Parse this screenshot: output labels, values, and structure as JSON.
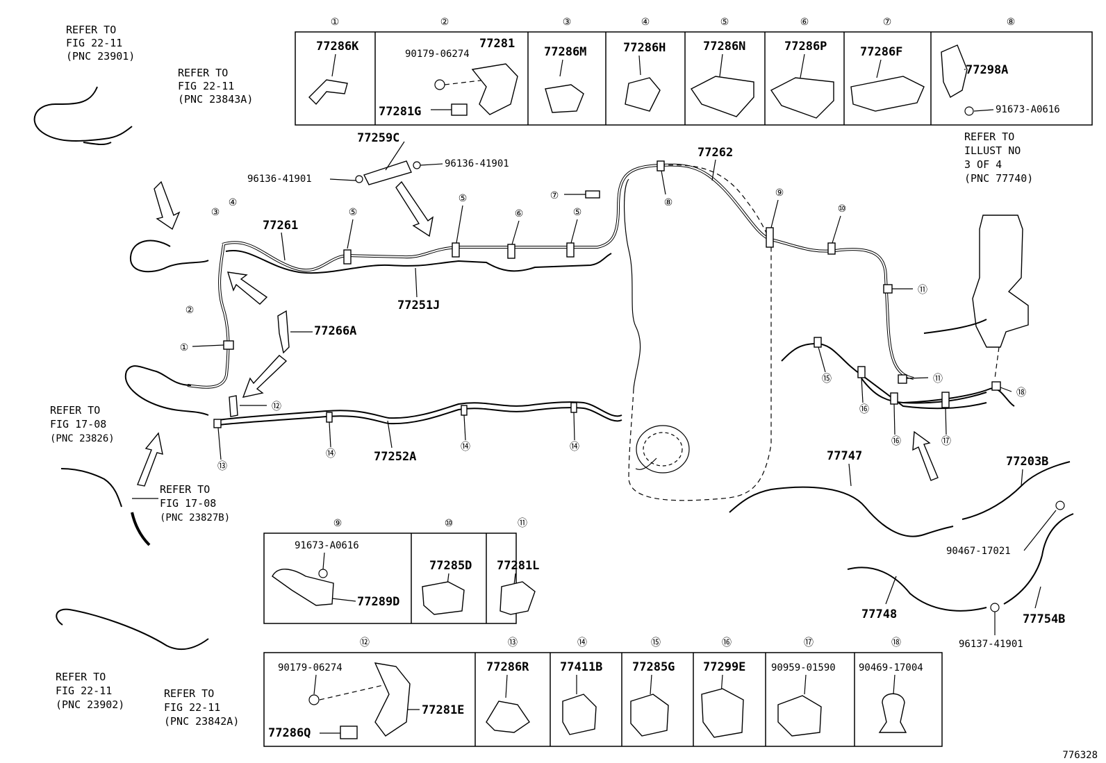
{
  "top_table": {
    "headers": [
      "①",
      "②",
      "③",
      "④",
      "⑤",
      "⑥",
      "⑦",
      "⑧"
    ],
    "cells": [
      {
        "parts": [
          "77286K"
        ]
      },
      {
        "parts": [
          "77281",
          "90179-06274",
          "77281G"
        ]
      },
      {
        "parts": [
          "77286M"
        ]
      },
      {
        "parts": [
          "77286H"
        ]
      },
      {
        "parts": [
          "77286N"
        ]
      },
      {
        "parts": [
          "77286P"
        ]
      },
      {
        "parts": [
          "77286F"
        ]
      },
      {
        "parts": [
          "77298A",
          "91673-A0616"
        ]
      }
    ]
  },
  "mid_table": {
    "headers": [
      "⑨",
      "⑩",
      "⑪"
    ],
    "cells": [
      {
        "parts": [
          "91673-A0616",
          "77289D"
        ]
      },
      {
        "parts": [
          "77285D"
        ]
      },
      {
        "parts": [
          "77281L"
        ]
      }
    ]
  },
  "bottom_table": {
    "headers": [
      "⑫",
      "⑬",
      "⑭",
      "⑮",
      "⑯",
      "⑰",
      "⑱"
    ],
    "cells": [
      {
        "parts": [
          "90179-06274",
          "77281E",
          "77286Q"
        ]
      },
      {
        "parts": [
          "77286R"
        ]
      },
      {
        "parts": [
          "77411B"
        ]
      },
      {
        "parts": [
          "77285G"
        ]
      },
      {
        "parts": [
          "77299E"
        ]
      },
      {
        "parts": [
          "90959-01590"
        ]
      },
      {
        "parts": [
          "90469-17004"
        ]
      }
    ]
  },
  "part_labels": {
    "p77259C": "77259C",
    "p96136a": "96136-41901",
    "p96136b": "96136-41901",
    "p77262": "77262",
    "p77261": "77261",
    "p77251J": "77251J",
    "p77266A": "77266A",
    "p77252A": "77252A",
    "p77747": "77747",
    "p77203B": "77203B",
    "p90467": "90467-17021",
    "p77748": "77748",
    "p77754B": "77754B",
    "p96137": "96137-41901"
  },
  "references": {
    "r1": [
      "REFER TO",
      "FIG 22-11",
      "(PNC 23901)"
    ],
    "r2": [
      "REFER TO",
      "FIG 22-11",
      "(PNC 23843A)"
    ],
    "r3": [
      "REFER TO",
      "ILLUST NO",
      "3 OF 4",
      "(PNC 77740)"
    ],
    "r4": [
      "REFER TO",
      "FIG 17-08",
      "(PNC 23826)"
    ],
    "r5": [
      "REFER TO",
      "FIG 17-08",
      "(PNC 23827B)"
    ],
    "r6": [
      "REFER TO",
      "FIG 22-11",
      "(PNC 23902)"
    ],
    "r7": [
      "REFER TO",
      "FIG 22-11",
      "(PNC 23842A)"
    ]
  },
  "callouts": [
    "①",
    "②",
    "③",
    "④",
    "⑤",
    "⑥",
    "⑦",
    "⑧",
    "⑨",
    "⑩",
    "⑪",
    "⑫",
    "⑬",
    "⑭",
    "⑮",
    "⑯",
    "⑰",
    "⑱"
  ],
  "illustration_number": "776328"
}
